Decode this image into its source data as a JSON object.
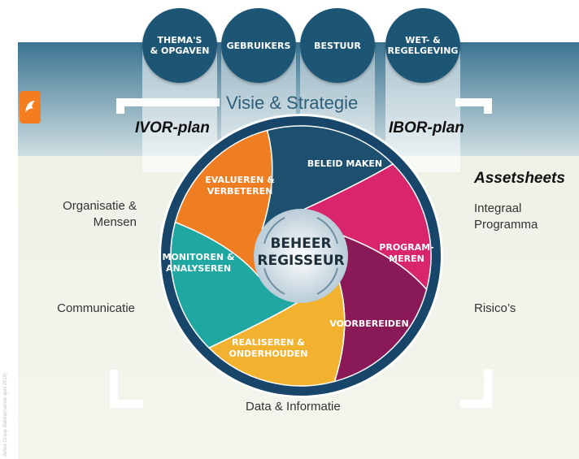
{
  "pillars": [
    "THEMA'S\n& OPGAVEN",
    "GEBRUIKERS",
    "BESTUUR",
    "WET- &\nREGELGEVING"
  ],
  "top_label": "Visie & Strategie",
  "left_plan": "IVOR-plan",
  "right_plan": "IBOR-plan",
  "assetsheets": "Assetsheets",
  "left_side": {
    "a": "Organisatie &\nMensen",
    "b": "Communicatie"
  },
  "right_side": {
    "a": "Integraal\nProgramma",
    "b": "Risico’s"
  },
  "bottom_label": "Data & Informatie",
  "center": "BEHEER\nREGISSEUR",
  "segments": [
    {
      "label": "BELEID MAKEN",
      "color": "#1d4f6e"
    },
    {
      "label": "PROGRAM-\nMEREN",
      "color": "#d8256b"
    },
    {
      "label": "VOORBEREIDEN",
      "color": "#8a1a57"
    },
    {
      "label": "REALISEREN &\nONDERHOUDEN",
      "color": "#f2b230"
    },
    {
      "label": "MONITOREN &\nANALYSEREN",
      "color": "#1fa7a1"
    },
    {
      "label": "EVALUEREN &\nVERBETEREN",
      "color": "#ef7d22"
    }
  ],
  "side_note": "Antea Group Beheer(versie april 2019)"
}
